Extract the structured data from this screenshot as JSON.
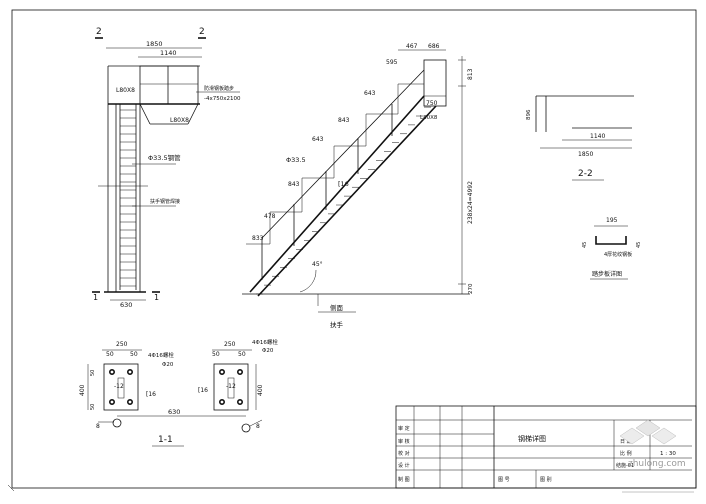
{
  "section_marks": {
    "two": "2",
    "one": "1"
  },
  "elevation": {
    "dim_1850": "1850",
    "dim_1140": "1140",
    "angle_top": "L80X8",
    "angle_mid": "L80X8",
    "note_right_1": "防滑钢板踏步",
    "note_right_2": "-4x750x2100",
    "pipe": "Φ33.5钢管",
    "note_lower": "扶手钢管焊接",
    "dim_bottom": "630"
  },
  "side": {
    "dims_top": [
      "467",
      "686"
    ],
    "dims_steps": [
      "595",
      "643",
      "843",
      "643",
      "843",
      "478",
      "833"
    ],
    "dim_right_top": "813",
    "dim_right_long": "238x24=4992",
    "dim_right_bottom": "270",
    "dim_750": "750",
    "angle": "L80X8",
    "pipe": "Φ33.5",
    "channel": "[16",
    "slope": "45°",
    "caption_top": "侧面",
    "caption_bottom": "扶手"
  },
  "section_22": {
    "dim_left": "896",
    "dim_1140": "1140",
    "dim_1850": "1850",
    "label": "2-2"
  },
  "tread_detail": {
    "dim_top": "195",
    "dim_left": "45",
    "dim_right": "45",
    "note": "4厚花纹钢板",
    "label": "踏步板详图"
  },
  "plate_left": {
    "dim_250": "250",
    "dim_50a": "50",
    "dim_50b": "50",
    "bolt": "4Φ16螺栓",
    "hole": "Φ20",
    "dim_400": "400",
    "dim_50c": "50",
    "dim_50d": "50",
    "thickness": "-12",
    "channel": "[16",
    "angle": "8"
  },
  "plate_right": {
    "dim_250": "250",
    "dim_50a": "50",
    "dim_50b": "50",
    "bolt": "4Φ16螺栓",
    "hole": "Φ20",
    "dim_400": "400",
    "thickness": "-12",
    "channel": "[16",
    "angle": "8"
  },
  "plates": {
    "dim_630": "630",
    "section_label": "1-1"
  },
  "title_block": {
    "drawing_title": "钢梯详图",
    "row_labels": [
      "审 定",
      "审 核",
      "校 对",
      "设 计",
      "制 图"
    ],
    "right_labels": [
      "日 期",
      "比 例"
    ],
    "scale": "1 : 30",
    "sheet_no": "结施-01",
    "bottom_labels": [
      "图 号",
      "图 别"
    ]
  },
  "watermark": "zhulong.com"
}
